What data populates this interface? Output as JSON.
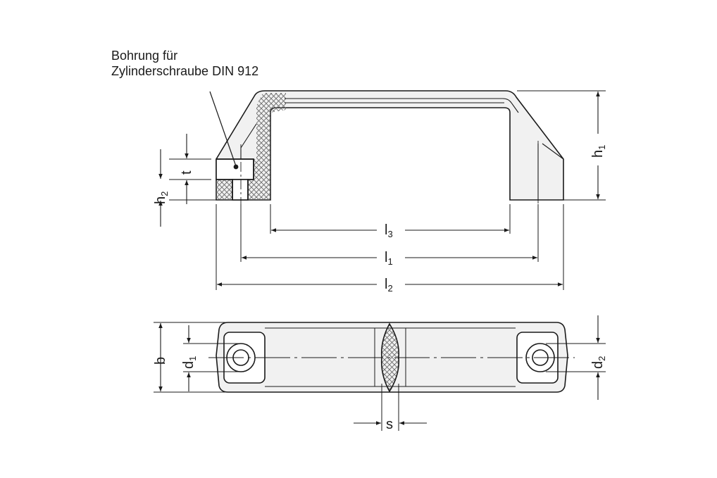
{
  "annotation": {
    "line1": "Bohrung für",
    "line2": "Zylinderschraube DIN 912"
  },
  "dimensions": {
    "l3": {
      "base": "l",
      "sub": "3"
    },
    "l1": {
      "base": "l",
      "sub": "1"
    },
    "l2": {
      "base": "l",
      "sub": "2"
    },
    "h1": {
      "base": "h",
      "sub": "1"
    },
    "h2": {
      "base": "h",
      "sub": "2"
    },
    "t": {
      "base": "t",
      "sub": ""
    },
    "b": {
      "base": "b",
      "sub": ""
    },
    "d1": {
      "base": "d",
      "sub": "1"
    },
    "d2": {
      "base": "d",
      "sub": "2"
    },
    "s": {
      "base": "s",
      "sub": ""
    }
  },
  "colors": {
    "line": "#1a1a1a",
    "body_fill": "#f1f1f1",
    "hatch": "#6a6a6a",
    "background": "#ffffff"
  }
}
